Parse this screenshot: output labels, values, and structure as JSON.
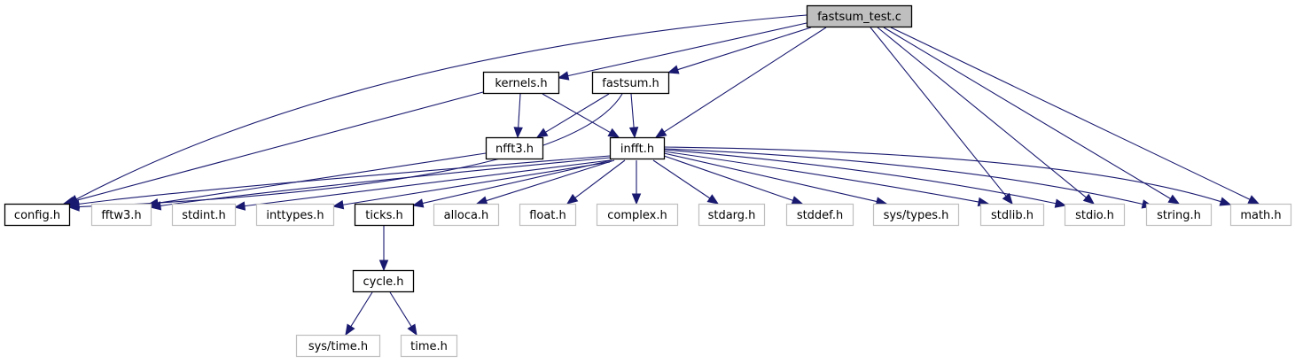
{
  "graph": {
    "type": "include-dependency-graph",
    "colors": {
      "root_fill": "#bfbfbf",
      "root_border": "#000000",
      "documented_border": "#000000",
      "external_border": "#bfbfbf",
      "node_fill": "#ffffff",
      "edge": "#191970"
    },
    "nodes": [
      {
        "id": "fastsum_test",
        "label": "fastsum_test.c",
        "kind": "root"
      },
      {
        "id": "kernels",
        "label": "kernels.h",
        "kind": "documented"
      },
      {
        "id": "fastsum",
        "label": "fastsum.h",
        "kind": "documented"
      },
      {
        "id": "nfft3",
        "label": "nfft3.h",
        "kind": "documented"
      },
      {
        "id": "infft",
        "label": "infft.h",
        "kind": "documented"
      },
      {
        "id": "config",
        "label": "config.h",
        "kind": "documented"
      },
      {
        "id": "fftw3",
        "label": "fftw3.h",
        "kind": "external"
      },
      {
        "id": "stdint",
        "label": "stdint.h",
        "kind": "external"
      },
      {
        "id": "inttypes",
        "label": "inttypes.h",
        "kind": "external"
      },
      {
        "id": "ticks",
        "label": "ticks.h",
        "kind": "documented"
      },
      {
        "id": "alloca",
        "label": "alloca.h",
        "kind": "external"
      },
      {
        "id": "float",
        "label": "float.h",
        "kind": "external"
      },
      {
        "id": "complex",
        "label": "complex.h",
        "kind": "external"
      },
      {
        "id": "stdarg",
        "label": "stdarg.h",
        "kind": "external"
      },
      {
        "id": "stddef",
        "label": "stddef.h",
        "kind": "external"
      },
      {
        "id": "systypes",
        "label": "sys/types.h",
        "kind": "external"
      },
      {
        "id": "stdlib",
        "label": "stdlib.h",
        "kind": "external"
      },
      {
        "id": "stdio",
        "label": "stdio.h",
        "kind": "external"
      },
      {
        "id": "string",
        "label": "string.h",
        "kind": "external"
      },
      {
        "id": "math",
        "label": "math.h",
        "kind": "external"
      },
      {
        "id": "cycle",
        "label": "cycle.h",
        "kind": "documented"
      },
      {
        "id": "systime",
        "label": "sys/time.h",
        "kind": "external"
      },
      {
        "id": "time",
        "label": "time.h",
        "kind": "external"
      }
    ],
    "edges": [
      [
        "fastsum_test",
        "config"
      ],
      [
        "fastsum_test",
        "kernels"
      ],
      [
        "fastsum_test",
        "fastsum"
      ],
      [
        "fastsum_test",
        "infft"
      ],
      [
        "fastsum_test",
        "stdlib"
      ],
      [
        "fastsum_test",
        "stdio"
      ],
      [
        "fastsum_test",
        "string"
      ],
      [
        "fastsum_test",
        "math"
      ],
      [
        "kernels",
        "config"
      ],
      [
        "kernels",
        "nfft3"
      ],
      [
        "kernels",
        "infft"
      ],
      [
        "fastsum",
        "nfft3"
      ],
      [
        "fastsum",
        "infft"
      ],
      [
        "fastsum",
        "config"
      ],
      [
        "nfft3",
        "fftw3"
      ],
      [
        "infft",
        "config"
      ],
      [
        "infft",
        "fftw3"
      ],
      [
        "infft",
        "stdint"
      ],
      [
        "infft",
        "inttypes"
      ],
      [
        "infft",
        "ticks"
      ],
      [
        "infft",
        "alloca"
      ],
      [
        "infft",
        "float"
      ],
      [
        "infft",
        "complex"
      ],
      [
        "infft",
        "stdarg"
      ],
      [
        "infft",
        "stddef"
      ],
      [
        "infft",
        "systypes"
      ],
      [
        "infft",
        "stdlib"
      ],
      [
        "infft",
        "stdio"
      ],
      [
        "infft",
        "string"
      ],
      [
        "infft",
        "math"
      ],
      [
        "ticks",
        "cycle"
      ],
      [
        "cycle",
        "systime"
      ],
      [
        "cycle",
        "time"
      ]
    ]
  }
}
